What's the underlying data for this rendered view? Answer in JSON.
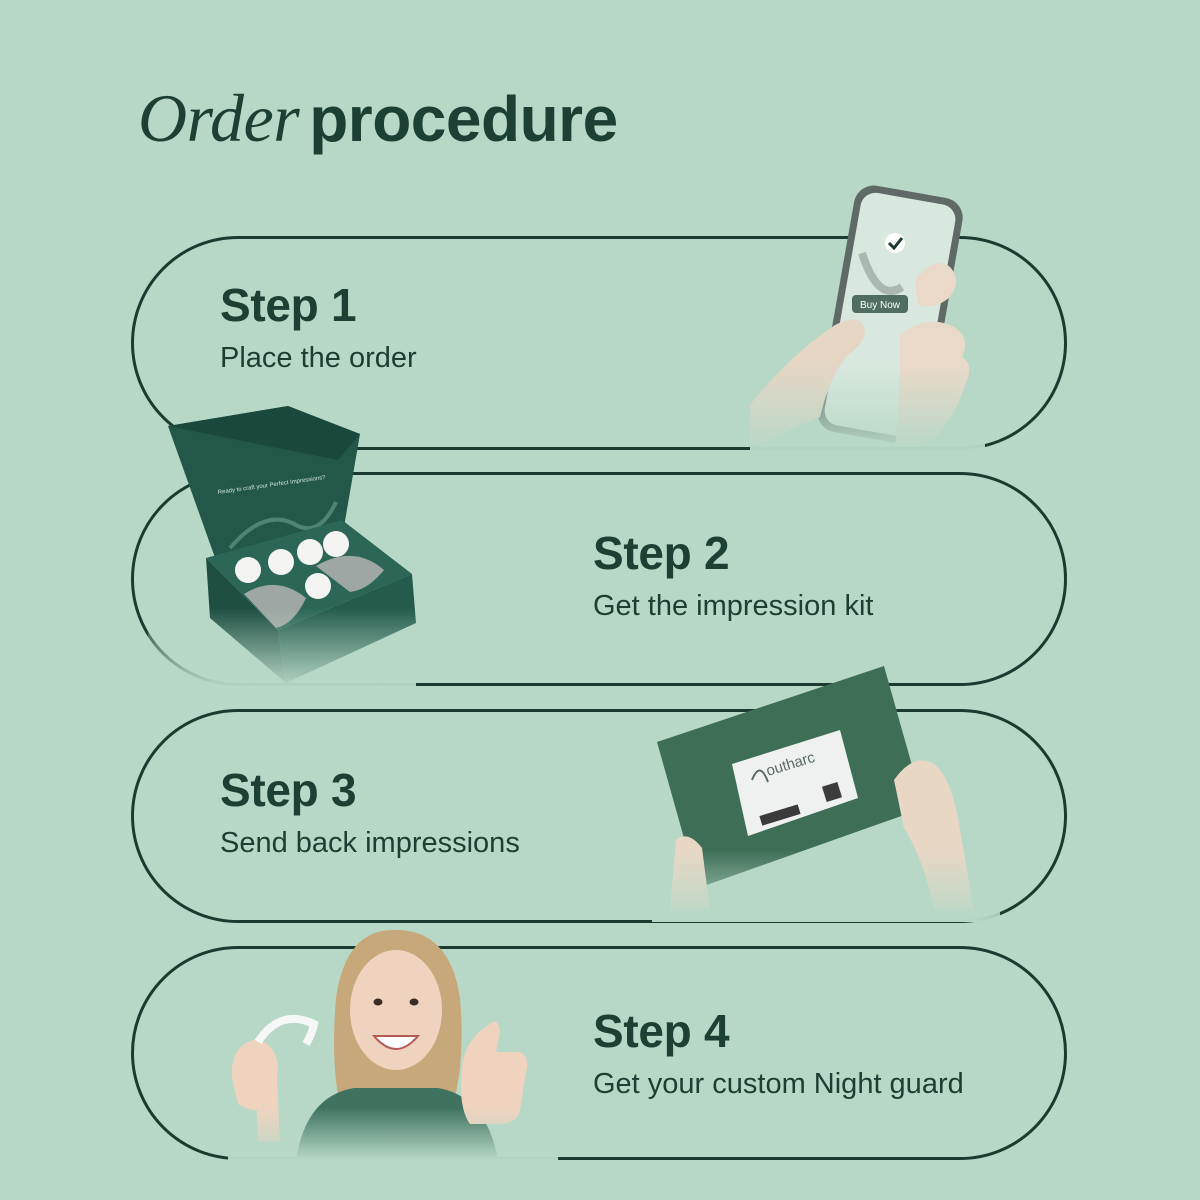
{
  "title": {
    "italic": "Order",
    "bold": "procedure"
  },
  "steps": [
    {
      "label": "Step 1",
      "description": "Place the order"
    },
    {
      "label": "Step 2",
      "description": "Get the impression kit"
    },
    {
      "label": "Step 3",
      "description": "Send back impressions"
    },
    {
      "label": "Step 4",
      "description": "Get your custom Night guard"
    }
  ],
  "illustrations": {
    "phone_button": "Buy Now",
    "box_tagline": "Ready to craft your Perfect Impressions?",
    "pouch_logo": "outharc"
  },
  "colors": {
    "background": "#b8d8c7",
    "text": "#1c4034",
    "outline": "#1c3a30",
    "box": "#22574a",
    "pouch": "#3f6e57"
  }
}
